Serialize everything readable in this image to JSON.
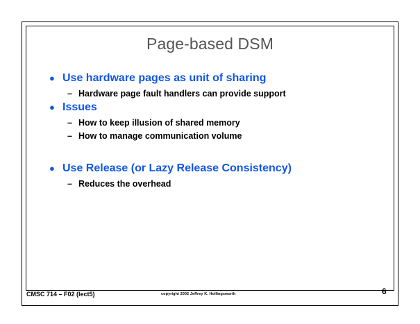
{
  "slide": {
    "title": "Page-based DSM",
    "blocks": [
      {
        "bullet": {
          "marker": "●",
          "text": "Use hardware pages as unit of sharing"
        },
        "subs": [
          {
            "marker": "–",
            "text": "Hardware page fault handlers can provide support"
          }
        ]
      },
      {
        "bullet": {
          "marker": "●",
          "text": "Issues"
        },
        "subs": [
          {
            "marker": "–",
            "before": "How to keep illusion of ",
            "emph": "shared",
            "after": " memory"
          },
          {
            "marker": "–",
            "text": "How to manage communication volume"
          }
        ]
      },
      {
        "bullet": {
          "marker": "●",
          "text": "Use Release (or Lazy Release Consistency)"
        },
        "subs": [
          {
            "marker": "–",
            "text": "Reduces the overhead"
          }
        ]
      }
    ],
    "footer": {
      "left": "CMSC 714 – F02  (lect5)",
      "copyright": "copyright 2002  Jeffrey K. Hollingsworth",
      "page_number": "6"
    },
    "colors": {
      "title": "#555555",
      "bullet_level1": "#0f56e8",
      "bullet_level2": "#000000",
      "background": "#ffffff",
      "frame": "#000000"
    }
  }
}
